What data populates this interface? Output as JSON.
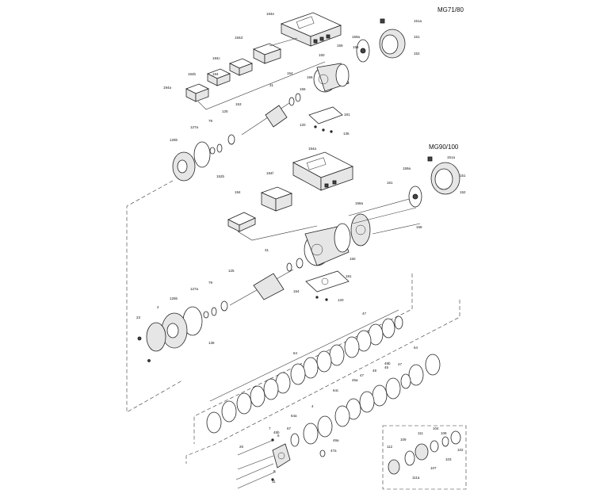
{
  "titles": {
    "mg71": "MG71/80",
    "mg90": "MG90/100"
  },
  "labels": {
    "l_194e": "194e",
    "l_151a_top": "151a",
    "l_194d": "194d",
    "l_159a_top": "159a",
    "l_151_top": "151",
    "l_194c": "194c",
    "l_159_top": "159",
    "l_152_top": "152",
    "l_158_top": "158",
    "l_194b": "194b",
    "l_150_top": "150",
    "l_194a": "194a",
    "l_194": "194",
    "l_31_top": "31",
    "l_154_top": "154",
    "l_155_top": "155",
    "l_153_top": "153",
    "l_156_top": "156",
    "l_125_top": "125",
    "l_181_top": "181",
    "l_79_top": "79",
    "l_127a_top": "127a",
    "l_120_top": "120",
    "l_126b_top": "126b",
    "l_136_top": "136",
    "l_152b_top": "152b",
    "l_194a_mid": "194a",
    "l_mg_151a": "151a",
    "l_159a_mid": "159a",
    "l_194f": "194f",
    "l_161": "161",
    "l_151_mid": "151",
    "l_194_mid": "194",
    "l_152_mid": "152",
    "l_158a": "158a",
    "l_158": "158",
    "l_31_mid": "31",
    "l_150_mid": "150",
    "l_125_mid": "125",
    "l_181_mid": "181",
    "l_154_mid": "154",
    "l_127a_mid": "127a",
    "l_79_mid": "79",
    "l_126b_mid": "126b",
    "l_2": "2",
    "l_23": "23",
    "l_136_mid": "136",
    "l_120_mid": "120",
    "l_47_a": "47",
    "l_64_a": "64",
    "l_64_b": "64",
    "l_47_b": "47",
    "l_45": "45",
    "l_49": "49",
    "l_47_c": "47",
    "l_45a": "45a",
    "l_49b": "49b",
    "l_64c": "64c",
    "l_4": "4",
    "l_64a": "64a",
    "l_49a": "49a",
    "l_47a": "47a",
    "l_26": "26",
    "l_45b": "45b",
    "l_7": "7",
    "l_6": "6",
    "l_8": "8",
    "l_67": "67",
    "l_11": "11",
    "l_112": "112",
    "l_109": "109",
    "l_111": "111",
    "l_104": "104",
    "l_108": "108",
    "l_102": "102",
    "l_111a": "111a",
    "l_107": "107",
    "l_103": "103"
  }
}
